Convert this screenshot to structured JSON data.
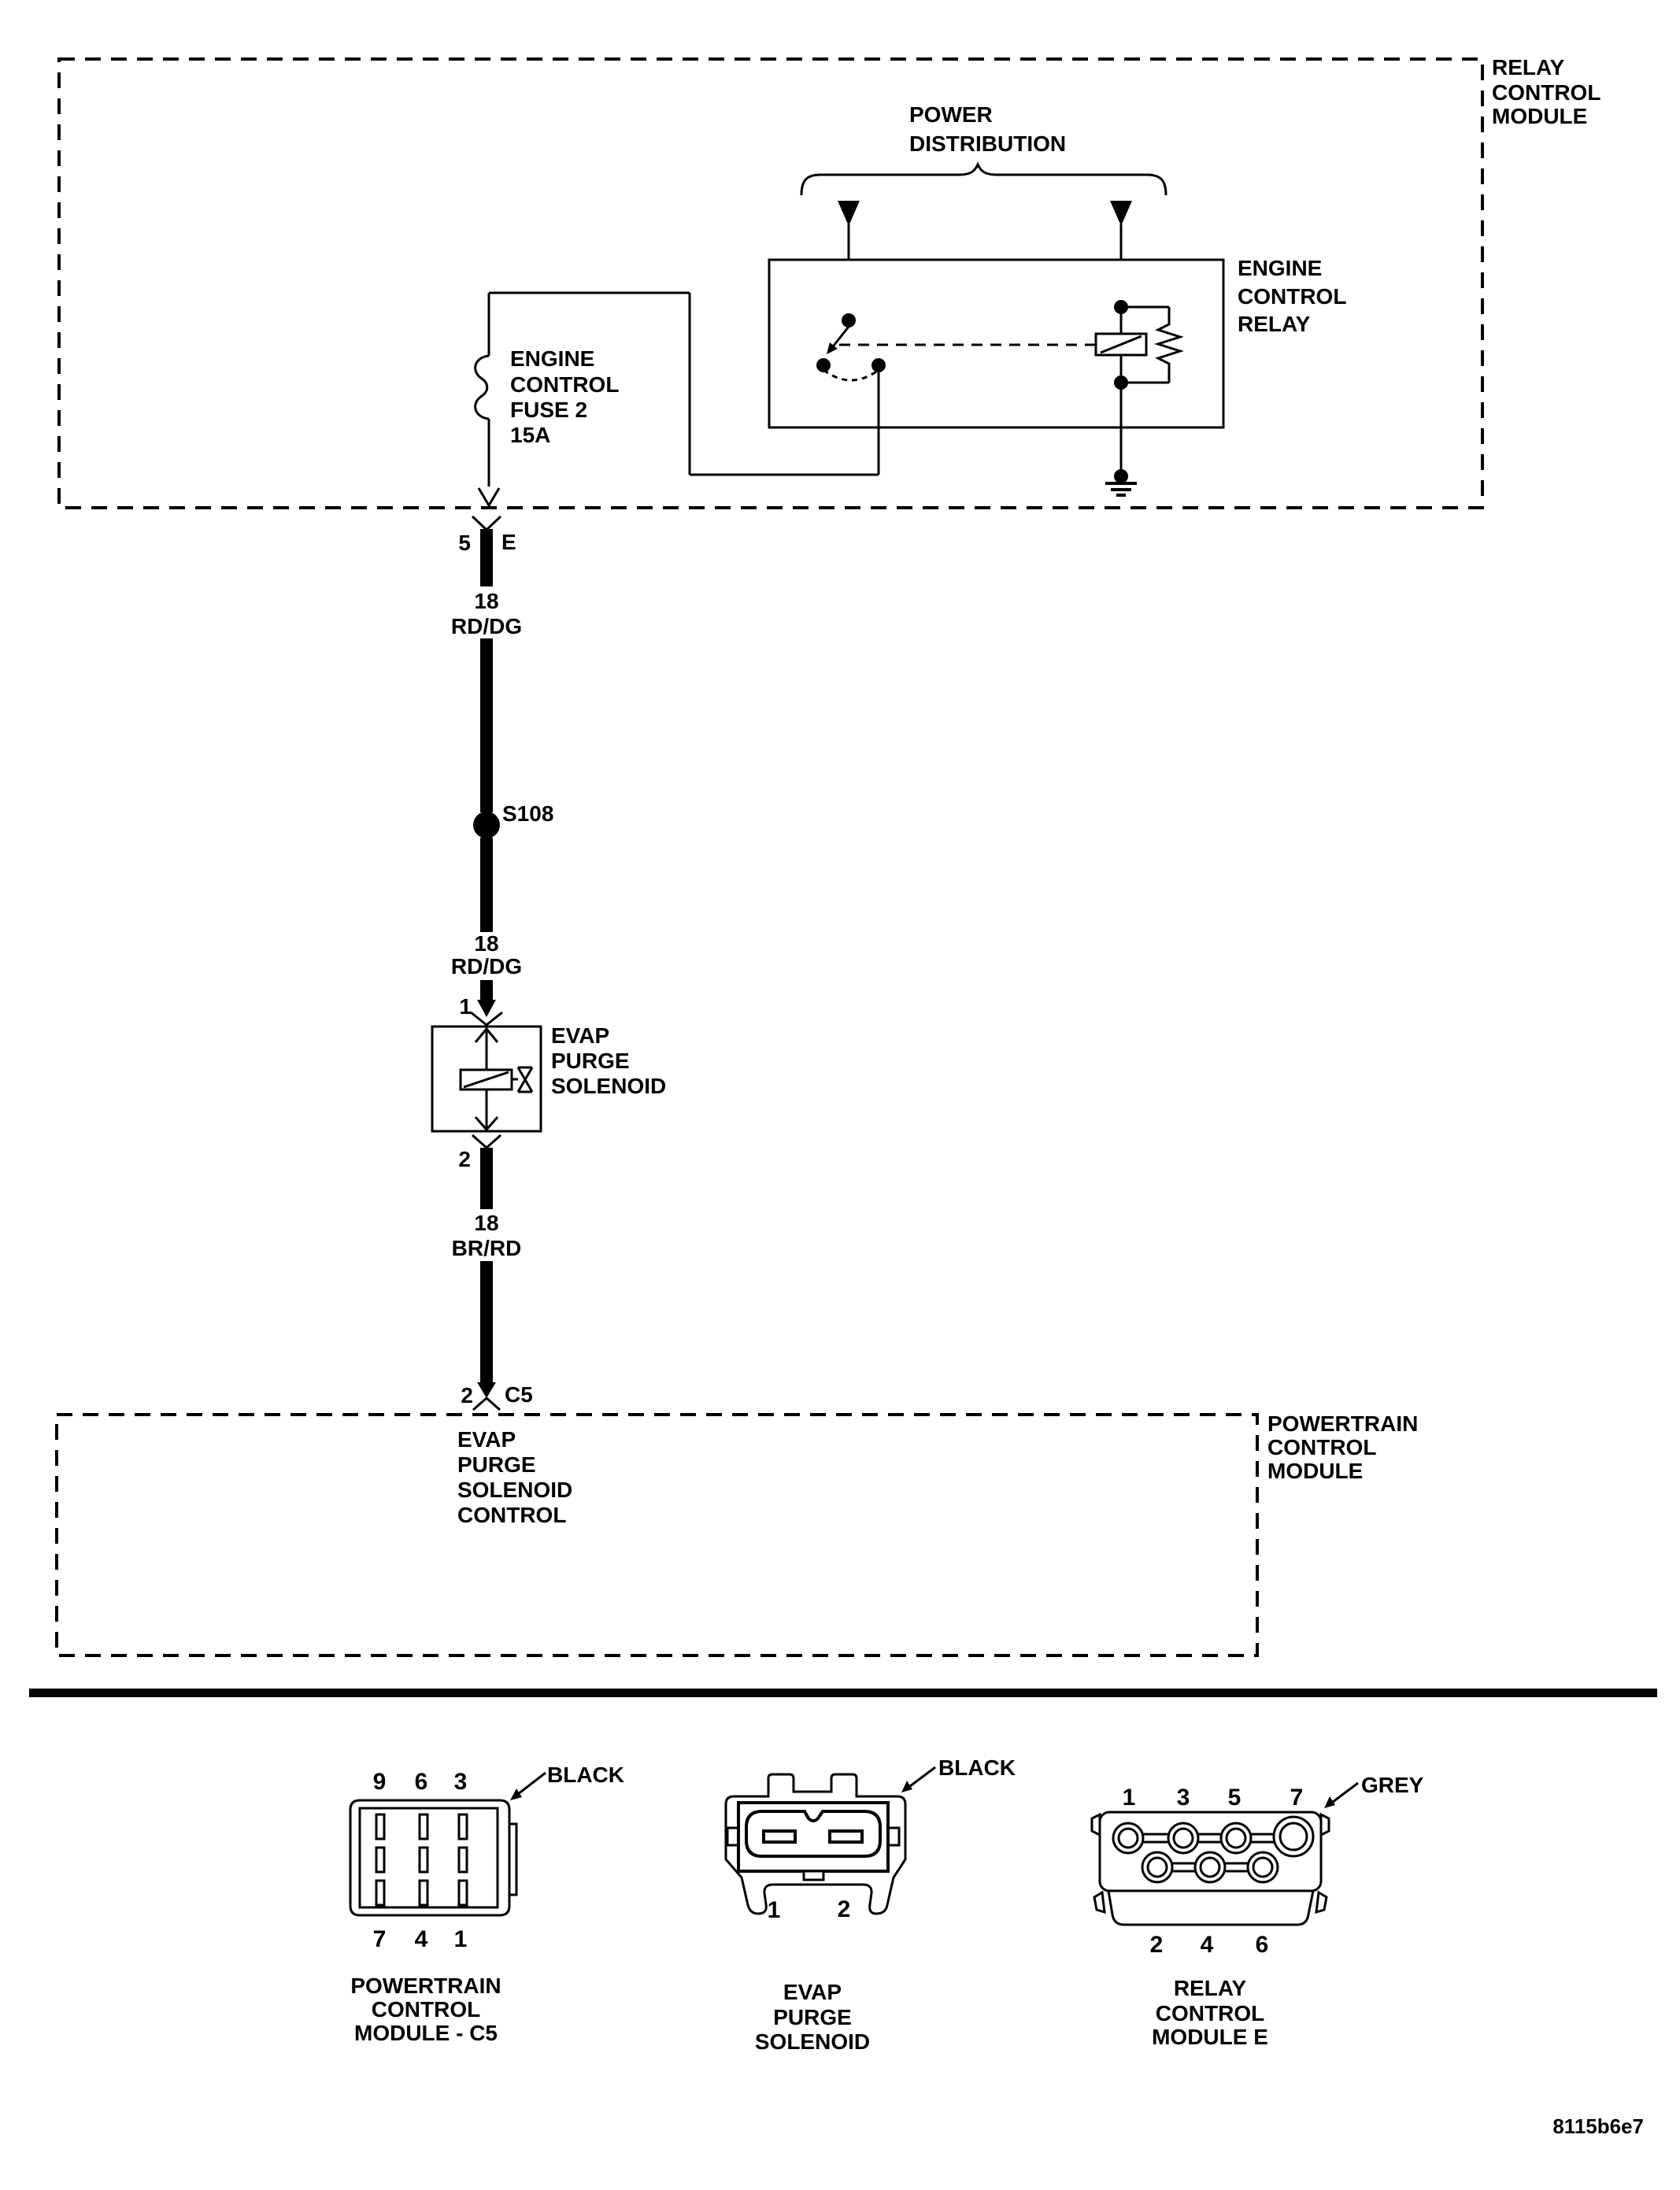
{
  "page": {
    "background": "#ffffff",
    "ink": "#000000",
    "doc_id": "8115b6e7"
  },
  "relay_control_module": {
    "name_lines": [
      "RELAY",
      "CONTROL",
      "MODULE"
    ],
    "power_distribution_lines": [
      "POWER",
      "DISTRIBUTION"
    ],
    "engine_control_relay_lines": [
      "ENGINE",
      "CONTROL",
      "RELAY"
    ],
    "fuse_lines": [
      "ENGINE",
      "CONTROL",
      "FUSE 2",
      "15A"
    ]
  },
  "main_circuit": {
    "fuse_output_connector": {
      "pin": "5",
      "cavity": "E"
    },
    "wire_top": {
      "gauge": "18",
      "color": "RD/DG"
    },
    "splice": "S108",
    "wire_mid": {
      "gauge": "18",
      "color": "RD/DG"
    },
    "solenoid_pin_in": "1",
    "solenoid_lines": [
      "EVAP",
      "PURGE",
      "SOLENOID"
    ],
    "solenoid_pin_out": "2",
    "wire_bottom": {
      "gauge": "18",
      "color": "BR/RD"
    },
    "pcm_connector": {
      "pin": "2",
      "cavity": "C5"
    }
  },
  "powertrain_control_module": {
    "name_lines": [
      "POWERTRAIN",
      "CONTROL",
      "MODULE"
    ],
    "signal_lines": [
      "EVAP",
      "PURGE",
      "SOLENOID",
      "CONTROL"
    ]
  },
  "connector_views": {
    "pcm_c5": {
      "color": "BLACK",
      "pins_top": [
        "9",
        "6",
        "3"
      ],
      "pins_bottom": [
        "7",
        "4",
        "1"
      ],
      "caption_lines": [
        "POWERTRAIN",
        "CONTROL",
        "MODULE - C5"
      ]
    },
    "evap_purge_solenoid": {
      "color": "BLACK",
      "pins": [
        "1",
        "2"
      ],
      "caption_lines": [
        "EVAP",
        "PURGE",
        "SOLENOID"
      ]
    },
    "relay_control_module_e": {
      "color": "GREY",
      "pins_top": [
        "1",
        "3",
        "5",
        "7"
      ],
      "pins_bottom": [
        "2",
        "4",
        "6"
      ],
      "caption_lines": [
        "RELAY",
        "CONTROL",
        "MODULE E"
      ]
    }
  }
}
